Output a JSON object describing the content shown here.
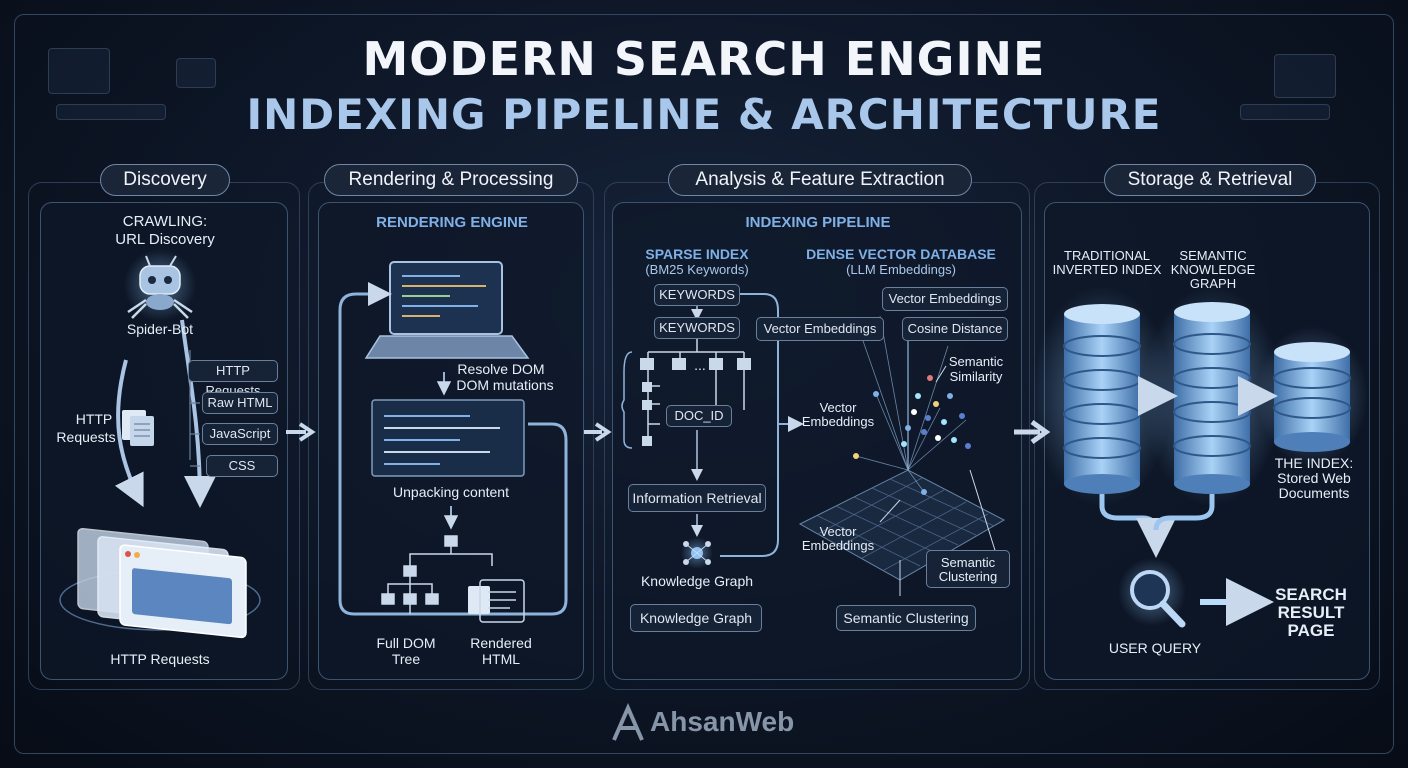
{
  "title": {
    "line1": "MODERN SEARCH ENGINE",
    "line2": "INDEXING PIPELINE & ARCHITECTURE"
  },
  "discovery": {
    "header": "Discovery",
    "crawling": "CRAWLING:",
    "url_discovery": "URL Discovery",
    "spider": "Spider-Bot",
    "http_requests_side1": "HTTP",
    "http_requests_side2": "Requests",
    "tags": [
      "HTTP Requests",
      "Raw HTML",
      "JavaScript",
      "CSS"
    ],
    "bottom": "HTTP Requests"
  },
  "rendering": {
    "header": "Rendering & Processing",
    "engine": "RENDERING ENGINE",
    "resolve1": "Resolve DOM",
    "resolve2": "DOM mutations",
    "unpacking": "Unpacking content",
    "dom1": "Full DOM",
    "dom2": "Tree",
    "html1": "Rendered",
    "html2": "HTML"
  },
  "analysis": {
    "header": "Analysis & Feature Extraction",
    "pipeline": "INDEXING PIPELINE",
    "sparse1": "SPARSE INDEX",
    "sparse2": "(BM25 Keywords)",
    "dense1": "DENSE VECTOR DATABASE",
    "dense2": "(LLM Embeddings)",
    "keywords1": "KEYWORDS",
    "keywords2": "KEYWORDS",
    "dots": "...",
    "docid": "DOC_ID",
    "info": "Information Retrieval",
    "kg_icon": "Knowledge Graph",
    "kg_box": "Knowledge Graph",
    "vec_top": "Vector Embeddings",
    "vec_left": "Vector Embeddings",
    "cosine": "Cosine Distance",
    "sem_sim1": "Semantic",
    "sem_sim2": "Similarity",
    "vec_mid1": "Vector",
    "vec_mid2": "Embeddings",
    "vec_bot1": "Vector",
    "vec_bot2": "Embeddings",
    "sem_clus1": "Semantic",
    "sem_clus2": "Clustering",
    "sem_clus_box": "Semantic Clustering"
  },
  "storage": {
    "header": "Storage & Retrieval",
    "trad1": "TRADITIONAL",
    "trad2": "INVERTED INDEX",
    "sem1": "SEMANTIC",
    "sem2": "KNOWLEDGE",
    "sem3": "GRAPH",
    "index1": "THE INDEX:",
    "index2": "Stored Web",
    "index3": "Documents",
    "query": "USER QUERY",
    "serp1": "SEARCH",
    "serp2": "RESULT",
    "serp3": "PAGE"
  },
  "brand": "AhsanWeb",
  "colors": {
    "accent": "#7fb0e6",
    "background": "#0d1626",
    "cylinder": "#7fb4e8"
  }
}
